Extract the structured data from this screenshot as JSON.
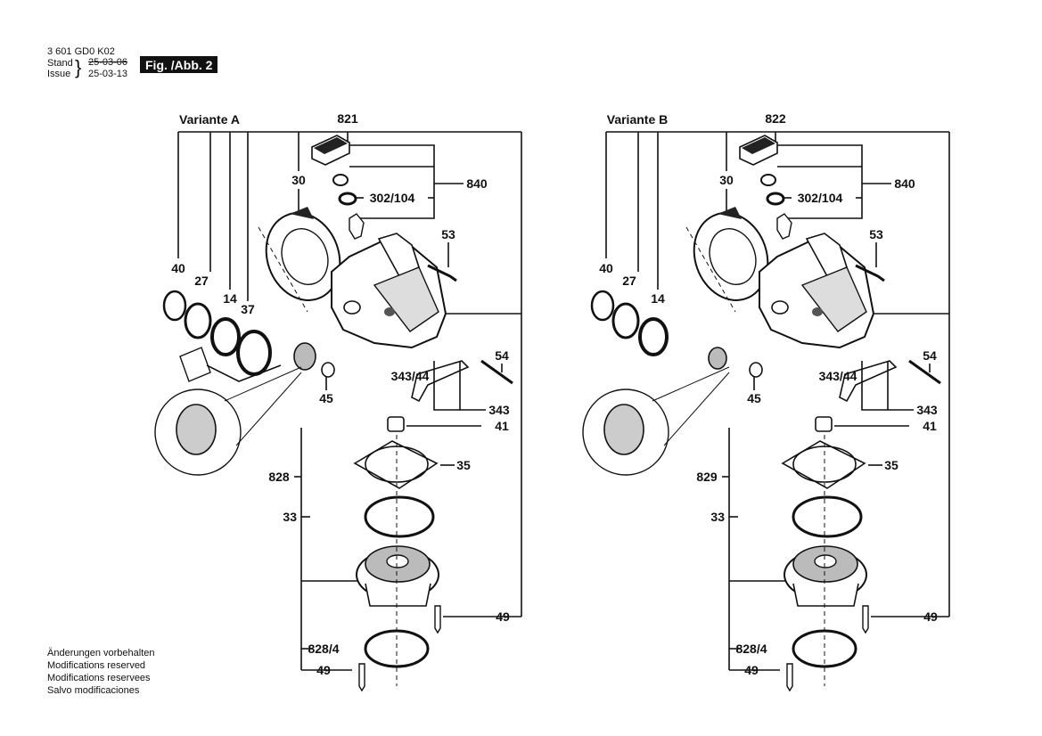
{
  "header": {
    "doc_number": "3 601 GD0 K02",
    "stand_label": "Stand",
    "issue_label": "Issue",
    "stand_date": "25-03-06",
    "issue_date": "25-03-13",
    "figure": "Fig. /Abb. 2"
  },
  "notes": [
    "Änderungen vorbehalten",
    "Modifications reserved",
    "Modifications reservees",
    "Salvo modificaciones"
  ],
  "variants": [
    {
      "title": "Variante A",
      "labels": {
        "top": "821",
        "cover": "30",
        "seal": "302/104",
        "group": "840",
        "screw_top": "53",
        "ring40": "40",
        "ring27": "27",
        "bearing14": "14",
        "bearing37": "37",
        "screw54": "54",
        "item343_44": "343/44",
        "nut45": "45",
        "item343": "343",
        "item41": "41",
        "plate35": "35",
        "group_low": "828",
        "ring33": "33",
        "screw49": "49",
        "sub828_4": "828/4",
        "screw49b": "49"
      }
    },
    {
      "title": "Variante B",
      "labels": {
        "top": "822",
        "cover": "30",
        "seal": "302/104",
        "group": "840",
        "screw_top": "53",
        "ring40": "40",
        "ring27": "27",
        "bearing14": "14",
        "bearing37": "",
        "screw54": "54",
        "item343_44": "343/44",
        "nut45": "45",
        "item343": "343",
        "item41": "41",
        "plate35": "35",
        "group_low": "829",
        "ring33": "33",
        "screw49": "49",
        "sub828_4": "828/4",
        "screw49b": "49"
      }
    }
  ]
}
